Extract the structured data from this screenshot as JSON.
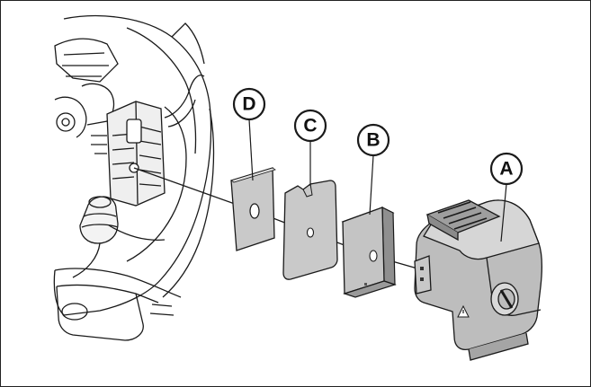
{
  "callouts": {
    "a": {
      "letter": "A"
    },
    "b": {
      "letter": "B"
    },
    "c": {
      "letter": "C"
    },
    "d": {
      "letter": "D"
    }
  },
  "colors": {
    "part_fill": "#c9c9c9",
    "part_dark": "#a8a8a8",
    "line": "#1a1a1a",
    "background": "#ffffff"
  }
}
